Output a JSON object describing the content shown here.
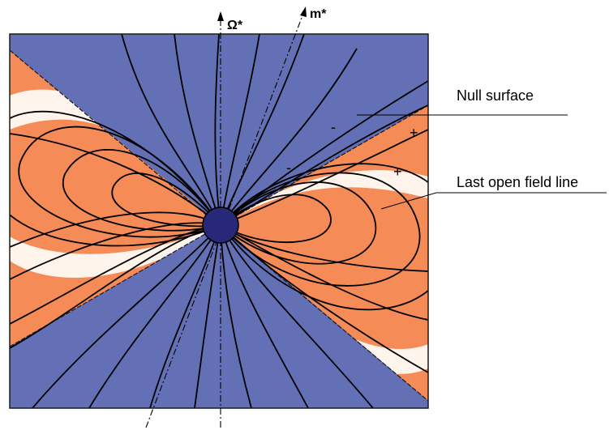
{
  "labels": {
    "omega_axis": "Ω*",
    "moment_axis": "m*",
    "null_surface": "Null surface",
    "last_open_field_line": "Last open field line"
  },
  "signs": {
    "upper_minus": "-",
    "upper_plus": "+",
    "lower_minus": "-",
    "lower_plus": "+"
  },
  "colors": {
    "blue_region": "#6470b5",
    "orange_region": "#f58b56",
    "closed_zone": "#fef4ec",
    "star": "#282878",
    "field_line": "#000000"
  }
}
